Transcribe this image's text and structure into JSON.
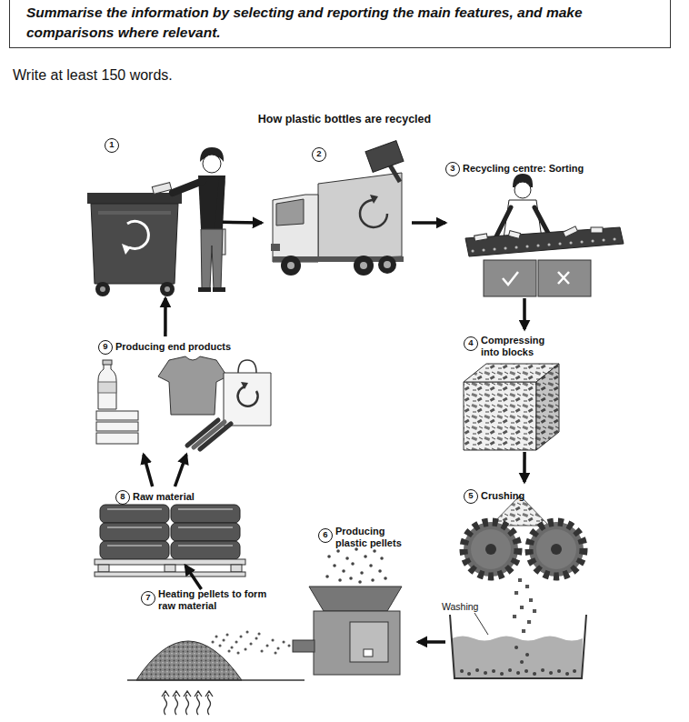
{
  "diagram": {
    "title": "How plastic bottles are recycled",
    "nodes": [
      {
        "text": [
          "Summarise the information by selecting and reporting the main features, and make comparisons where relevant."
        ]
      },
      {
        "text": [
          "1"
        ]
      },
      {
        "text": [
          "2"
        ]
      },
      {
        "text": [
          "3",
          "Recycling centre: Sorting"
        ]
      },
      {
        "text": [
          "4",
          "Compressing into blocks"
        ]
      },
      {
        "text": [
          "5",
          "Crushing"
        ]
      },
      {
        "text": [
          "6",
          "Producing plastic pellets"
        ]
      },
      {
        "text": [
          "7",
          "Heating pellets to form raw material"
        ]
      },
      {
        "text": [
          "8",
          "Raw material"
        ]
      },
      {
        "text": [
          "9",
          "Producing end products"
        ]
      }
    ],
    "edges": [
      {
        "from": 1,
        "to": 2,
        "arrow": "to"
      },
      {
        "from": 2,
        "to": 3,
        "arrow": "to"
      },
      {
        "from": 3,
        "to": 4,
        "arrow": "to"
      },
      {
        "from": 4,
        "to": 5,
        "arrow": "to"
      },
      {
        "from": 5,
        "to": 6,
        "arrow": "to"
      },
      {
        "from": 7,
        "to": 8,
        "arrow": "to"
      },
      {
        "from": 8,
        "to": 9,
        "arrow": "to"
      },
      {
        "from": 8,
        "to": 9,
        "arrow": "to"
      },
      {
        "from": 9,
        "to": 1,
        "arrow": "to"
      }
    ],
    "labels": [
      "Write at least 150 words.",
      "Washing"
    ]
  }
}
